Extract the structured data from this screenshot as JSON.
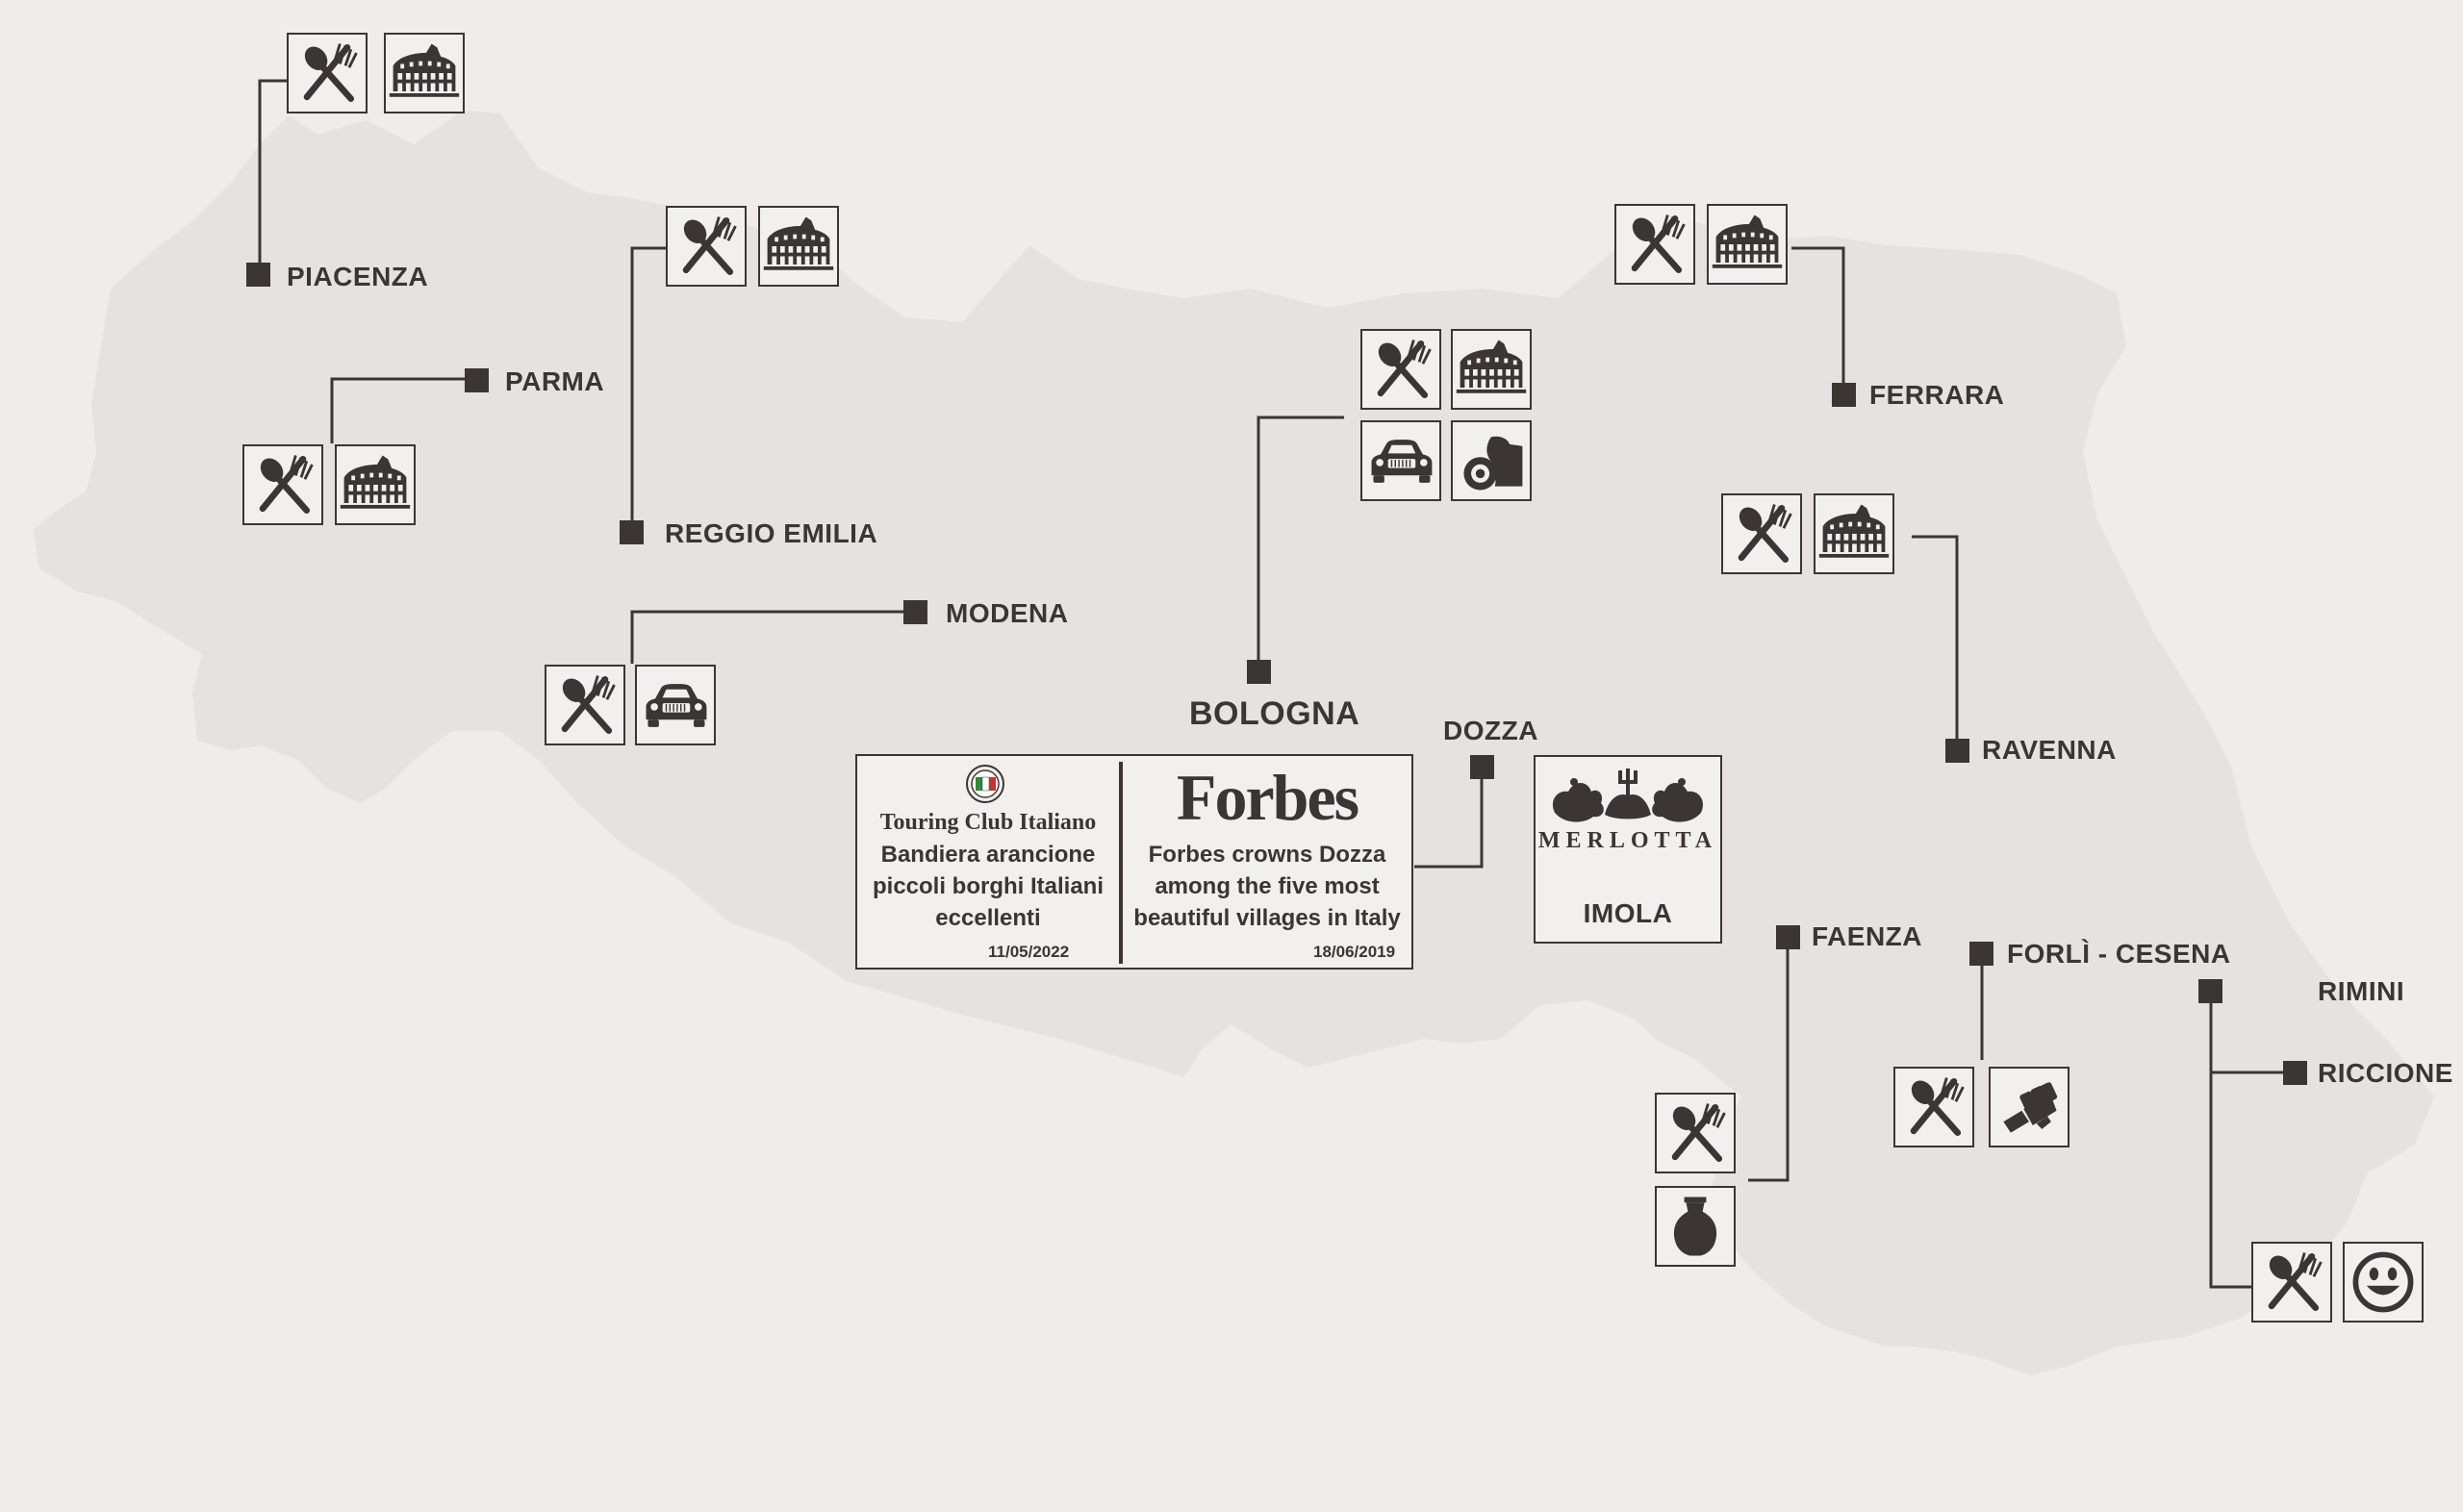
{
  "colors": {
    "background": "#efecea",
    "region": "#e5e2e1",
    "ink": "#3b3633",
    "icon_bg": "#f2f0ef"
  },
  "cities": {
    "piacenza": "PIACENZA",
    "parma": "PARMA",
    "reggio_emilia": "REGGIO EMILIA",
    "modena": "MODENA",
    "bologna": "BOLOGNA",
    "dozza": "DOZZA",
    "imola": "IMOLA",
    "ferrara": "FERRARA",
    "ravenna": "RAVENNA",
    "faenza": "FAENZA",
    "forli_cesena": "FORLÌ - CESENA",
    "rimini": "RIMINI",
    "riccione": "RICCIONE"
  },
  "icon_sets": {
    "piacenza": [
      "food-icon",
      "colosseum-icon"
    ],
    "parma": [
      "food-icon",
      "colosseum-icon"
    ],
    "reggio_emilia": [
      "food-icon",
      "colosseum-icon"
    ],
    "modena": [
      "food-icon",
      "car-icon"
    ],
    "bologna": [
      "food-icon",
      "colosseum-icon",
      "car-icon",
      "motorbike-icon"
    ],
    "ferrara": [
      "food-icon",
      "colosseum-icon"
    ],
    "ravenna": [
      "food-icon",
      "colosseum-icon"
    ],
    "faenza": [
      "food-icon",
      "vase-icon"
    ],
    "forli_cesena": [
      "food-icon",
      "fist-icon"
    ],
    "rimini": [
      "food-icon",
      "smiley-icon"
    ]
  },
  "awards": {
    "touring": {
      "org": "Touring Club Italiano",
      "description": "Bandiera arancione piccoli borghi Italiani eccellenti",
      "date": "11/05/2022"
    },
    "forbes": {
      "logo": "Forbes",
      "description": "Forbes crowns Dozza among the five most beautiful villages in Italy",
      "date": "18/06/2019"
    }
  },
  "merlotta": {
    "name": "MERLOTTA"
  }
}
